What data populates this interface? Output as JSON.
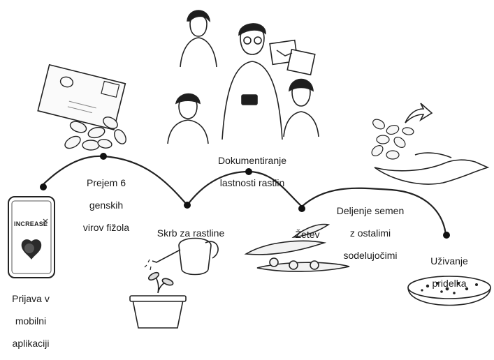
{
  "brand": {
    "app_logo_text": "INCREASE"
  },
  "steps": [
    {
      "id": "signup",
      "label": [
        "Prijava v",
        "mobilni",
        "aplikaciji"
      ]
    },
    {
      "id": "receive",
      "label": [
        "Prejem 6",
        "genskih",
        "virov fižola"
      ]
    },
    {
      "id": "care",
      "label": [
        "Skrb za rastline"
      ]
    },
    {
      "id": "document",
      "label": [
        "Dokumentiranje",
        "lastnosti rastlin"
      ]
    },
    {
      "id": "harvest",
      "label": [
        "Žetev"
      ]
    },
    {
      "id": "share",
      "label": [
        "Deljenje semen",
        "z ostalimi",
        "sodelujočimi"
      ]
    },
    {
      "id": "enjoy",
      "label": [
        "Uživanje",
        "pridelka"
      ]
    }
  ],
  "illustrations": [
    "phone-app-icon",
    "envelope-icon",
    "beans-icon",
    "family-photos-icon",
    "watering-can-icon",
    "pot-seedling-icon",
    "bean-pods-icon",
    "hand-beans-icon",
    "soup-bowl-icon"
  ],
  "colors": {
    "ink": "#1a1a1a",
    "line": "#222222",
    "dot": "#111111"
  }
}
